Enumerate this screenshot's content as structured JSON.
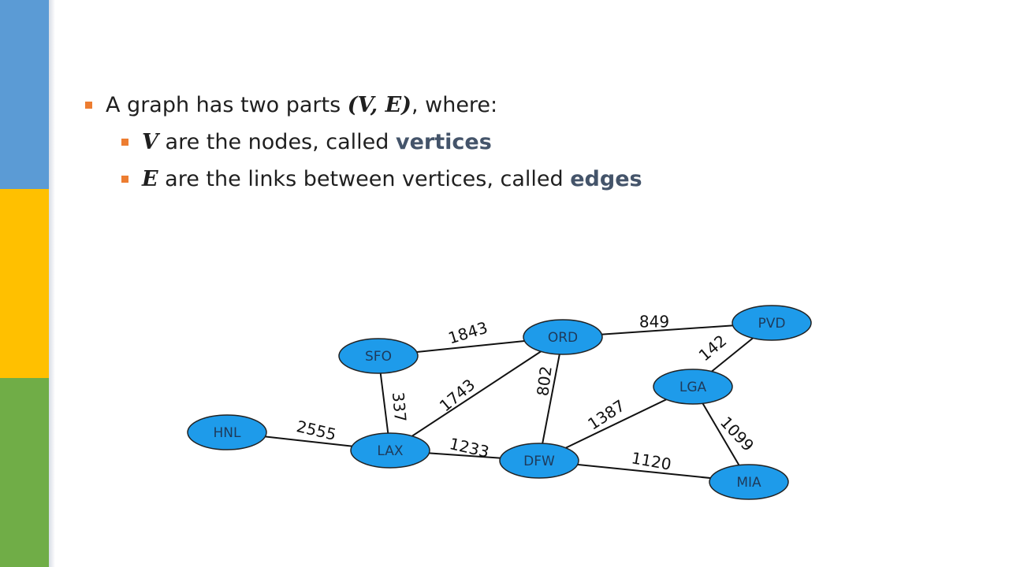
{
  "colors": {
    "stripe_blue": "#5b9bd5",
    "stripe_yellow": "#ffc000",
    "stripe_green": "#70ad47",
    "bullet": "#ed7d31",
    "keyword": "#44546a",
    "node_fill": "#1e9bea",
    "node_stroke": "#222222"
  },
  "bullets": {
    "line1": {
      "a": "A graph has two parts ",
      "math": "(V, E)",
      "b": ", where:"
    },
    "line2": {
      "math": "V",
      "a": " are the nodes, called ",
      "keyword": "vertices"
    },
    "line3": {
      "math": "E",
      "a": " are the links between vertices, called ",
      "keyword": "edges"
    }
  },
  "graph": {
    "nodes": [
      "SFO",
      "ORD",
      "PVD",
      "LGA",
      "HNL",
      "LAX",
      "DFW",
      "MIA"
    ],
    "edges": [
      {
        "from": "SFO",
        "to": "ORD",
        "weight": "1843"
      },
      {
        "from": "ORD",
        "to": "PVD",
        "weight": "849"
      },
      {
        "from": "PVD",
        "to": "LGA",
        "weight": "142"
      },
      {
        "from": "SFO",
        "to": "LAX",
        "weight": "337"
      },
      {
        "from": "LAX",
        "to": "ORD",
        "weight": "1743"
      },
      {
        "from": "ORD",
        "to": "DFW",
        "weight": "802"
      },
      {
        "from": "HNL",
        "to": "LAX",
        "weight": "2555"
      },
      {
        "from": "LAX",
        "to": "DFW",
        "weight": "1233"
      },
      {
        "from": "DFW",
        "to": "LGA",
        "weight": "1387"
      },
      {
        "from": "LGA",
        "to": "MIA",
        "weight": "1099"
      },
      {
        "from": "DFW",
        "to": "MIA",
        "weight": "1120"
      }
    ]
  }
}
